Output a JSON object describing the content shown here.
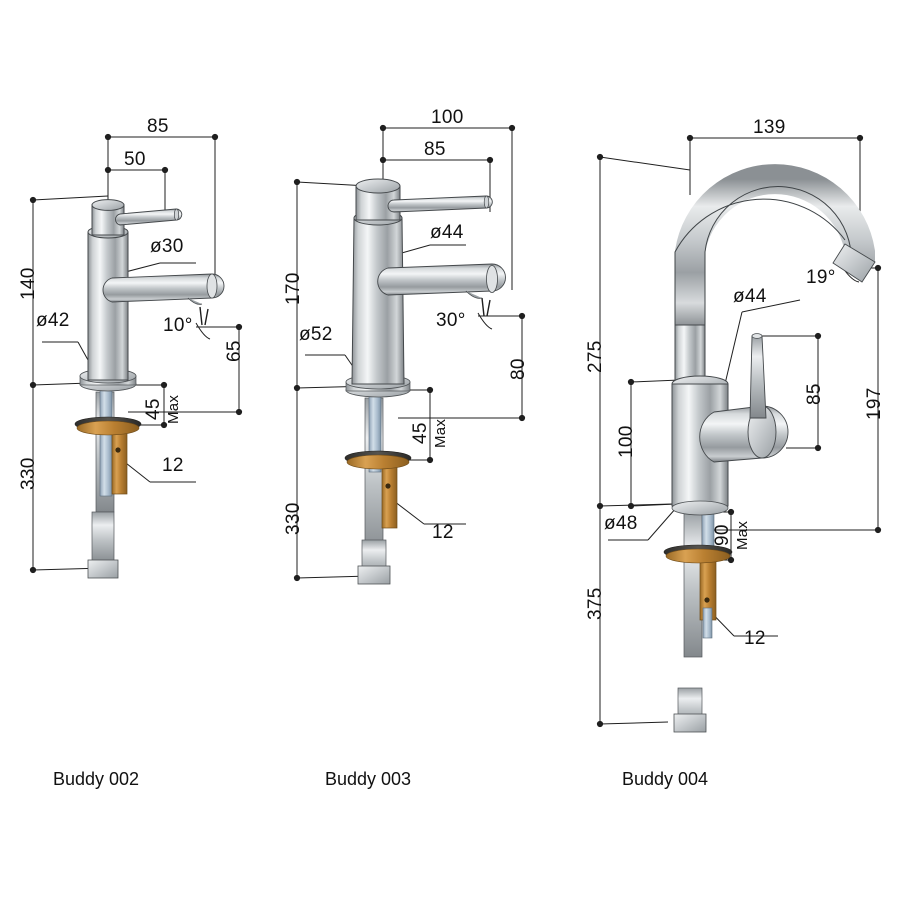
{
  "page": {
    "background": "#ffffff",
    "line_color": "#1f1f1f",
    "chrome_light": "#f2f4f5",
    "chrome_mid": "#b9bdc0",
    "chrome_dark": "#74797d",
    "brass_color": "#c08a3e",
    "gasket_color": "#3c3b38",
    "pipe_blue": "#b6c6d6"
  },
  "products": [
    {
      "id": "buddy-002",
      "label": "Buddy 002",
      "dimensions": {
        "spout_reach_total": "85",
        "handle_offset": "50",
        "body_diameter": "ø30",
        "base_diameter": "ø42",
        "height_above": "140",
        "height_below": "330",
        "spout_height": "65",
        "outlet_angle": "10°",
        "mount_thickness": "45",
        "mount_thickness_note": "Max",
        "connection": "12"
      }
    },
    {
      "id": "buddy-003",
      "label": "Buddy 003",
      "dimensions": {
        "spout_reach_total": "100",
        "handle_offset": "85",
        "body_diameter": "ø44",
        "base_diameter": "ø52",
        "height_above": "170",
        "height_below": "330",
        "spout_height": "80",
        "outlet_angle": "30°",
        "mount_thickness": "45",
        "mount_thickness_note": "Max",
        "connection": "12"
      }
    },
    {
      "id": "buddy-004",
      "label": "Buddy 004",
      "dimensions": {
        "spout_reach_total": "139",
        "body_diameter": "ø44",
        "base_diameter": "ø48",
        "height_above": "275",
        "spout_outlet_height": "197",
        "handle_height": "85",
        "body_height": "100",
        "height_below": "375",
        "outlet_angle": "19°",
        "mount_thickness": "90",
        "mount_thickness_note": "Max",
        "connection": "12"
      }
    }
  ]
}
